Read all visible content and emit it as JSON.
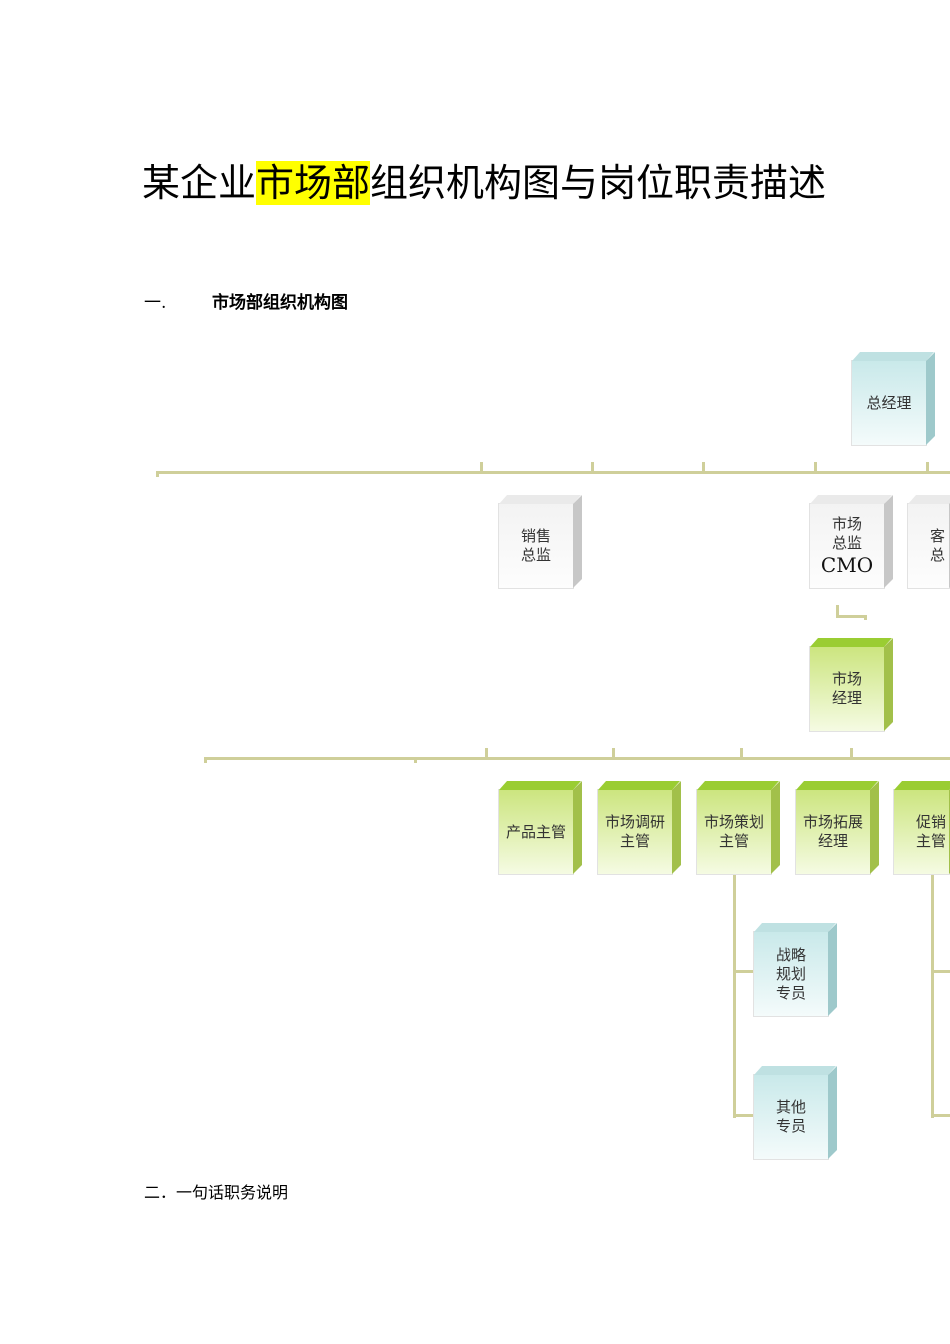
{
  "doc": {
    "title_before": "某企业",
    "title_highlight": "市场部",
    "title_after": "组织机构图与岗位职责描述",
    "section1_number": "一.",
    "section1_title": "市场部组织机构图",
    "section2": "二．一句话职务说明"
  },
  "org": {
    "gm": "总经理",
    "sales_director": "销售\n总监",
    "marketing_director": "市场\n总监",
    "marketing_director_abbr": "CMO",
    "customer_director_partial": "客\n总",
    "marketing_manager": "市场\n经理",
    "product_supervisor": "产品主管",
    "research_supervisor": "市场调研主管",
    "planning_supervisor": "市场策划主管",
    "expansion_manager": "市场拓展经理",
    "promotion_supervisor": "促销\n主管",
    "strategy_specialist": "战略\n规划\n专员",
    "other_specialist": "其他\n专员"
  },
  "colors": {
    "highlight": "#ffff00",
    "connector": "#cfcf9a",
    "box_gray": "#f3f3f3",
    "box_teal": "#c9e9ea",
    "box_green": "#cce57f"
  }
}
